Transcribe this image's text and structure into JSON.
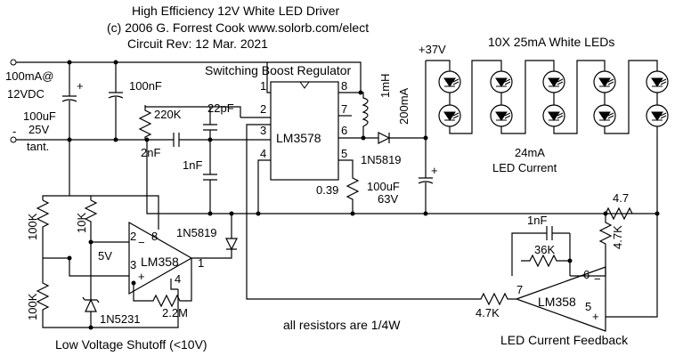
{
  "header": {
    "title": "High Efficiency 12V White LED Driver",
    "copyright": "(c) 2006 G. Forrest Cook   www.solorb.com/elect",
    "revision": "Circuit Rev:  12 Mar. 2021"
  },
  "input": {
    "supply": "100mA@",
    "voltage": "12VDC",
    "plus": "+",
    "minus": "-",
    "cap_value": "100uF",
    "cap_voltage": "25V",
    "cap_type": "tant."
  },
  "regulator": {
    "title": "Switching Boost Regulator",
    "chip": "LM3578",
    "pins": [
      "1",
      "2",
      "3",
      "4",
      "5",
      "6",
      "7",
      "8"
    ]
  },
  "components": {
    "c_100nF": "100nF",
    "r_220K": "220K",
    "c_22pF": "22pF",
    "c_2nF": "2nF",
    "c_1nF_a": "1nF",
    "inductor_1mH": "1mH",
    "inductor_200mA": "200mA",
    "diode_1N5819_a": "1N5819",
    "out_cap_plus": "+",
    "out_cap_value": "100uF",
    "out_cap_voltage": "63V",
    "r_sense": "0.39",
    "v_out": "+37V",
    "r_4_7": "4.7",
    "r_4_7K_a": "4.7K",
    "c_1nF_b": "1nF",
    "r_36K": "36K",
    "r_4_7K_b": "4.7K",
    "r_100K_a": "100K",
    "r_10K": "10K",
    "r_100K_b": "100K",
    "zener": "1N5231",
    "v_5V": "5V",
    "diode_1N5819_b": "1N5819",
    "r_2_2M": "2.2M"
  },
  "leds": {
    "title": "10X 25mA White LEDs",
    "current_value": "24mA",
    "current_label": "LED Current"
  },
  "opamp_shutoff": {
    "chip": "LM358",
    "pin_2": "2",
    "pin_3": "3",
    "pin_8": "8",
    "pin_1": "1",
    "pin_4": "4",
    "minus": "−",
    "plus": "+",
    "caption": "Low Voltage Shutoff (<10V)"
  },
  "opamp_feedback": {
    "chip": "LM358",
    "pin_7": "7",
    "pin_6": "6",
    "pin_5": "5",
    "minus": "−",
    "plus": "+",
    "caption": "LED Current Feedback"
  },
  "notes": {
    "resistors": "all resistors are 1/4W"
  }
}
